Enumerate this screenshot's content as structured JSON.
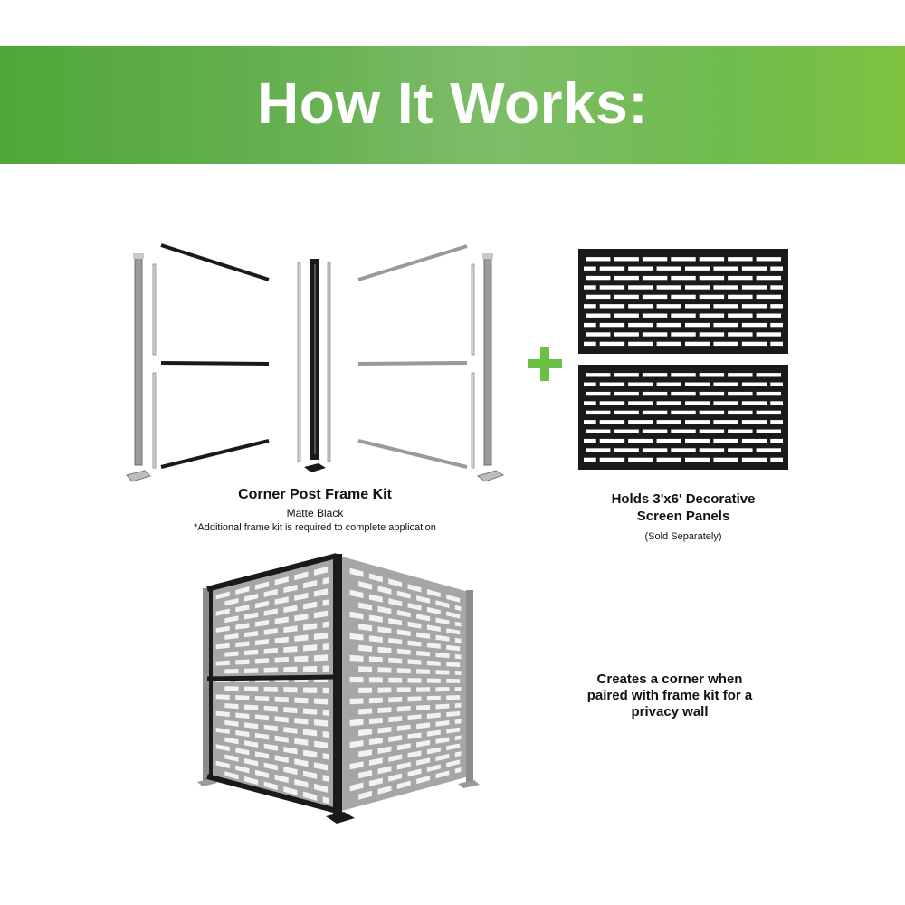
{
  "banner": {
    "title": "How It Works:"
  },
  "frame_kit": {
    "title": "Corner Post Frame Kit",
    "finish": "Matte Black",
    "note": "*Additional frame kit is required to complete application"
  },
  "panels": {
    "title_line1": "Holds 3'x6' Decorative",
    "title_line2": "Screen Panels",
    "note": "(Sold Separately)"
  },
  "corner": {
    "line1": "Creates a corner when",
    "line2": "paired with frame kit for a",
    "line3": "privacy wall"
  },
  "colors": {
    "accent_green": "#6abf45",
    "frame_black": "#1a1a1a",
    "part_gray": "#9a9a9a"
  },
  "icons": {
    "plus": "plus-icon"
  }
}
